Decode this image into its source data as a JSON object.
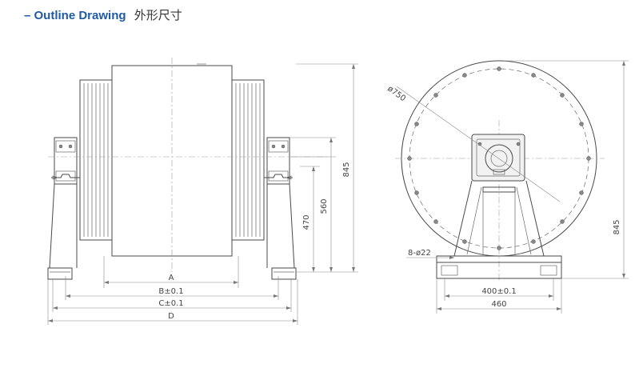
{
  "heading": {
    "dash": "–",
    "en": "Outline Drawing",
    "cn": "外形尺寸"
  },
  "colors": {
    "accent": "#1f5aa6",
    "line": "#4a4a4a"
  },
  "side_view": {
    "dim_A": "A",
    "dim_B": "B±0.1",
    "dim_C": "C±0.1",
    "dim_D": "D",
    "dim_470": "470",
    "dim_560": "560",
    "dim_845": "845"
  },
  "front_view": {
    "diameter": "ø750",
    "holes": "8-ø22",
    "dim_400": "400±0.1",
    "dim_460": "460",
    "dim_845": "845"
  }
}
